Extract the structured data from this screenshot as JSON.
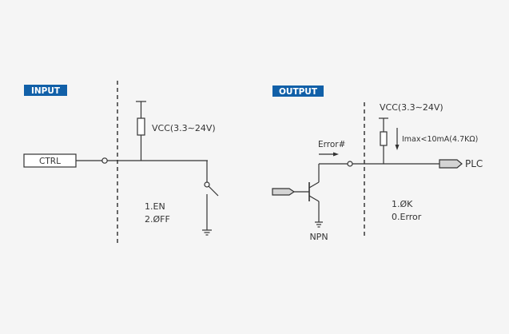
{
  "colors": {
    "tag_bg": "#1160a8",
    "line": "#333333",
    "dash": "#444444",
    "terminal_fill": "#d4d4d4",
    "background": "#f5f5f5"
  },
  "input": {
    "tag": "INPUT",
    "ctrl_label": "CTRL",
    "vcc_label": "VCC(3.3∼24V)",
    "states": [
      "1.EN",
      "2.ØFF"
    ]
  },
  "output": {
    "tag": "OUTPUT",
    "vcc_label": "VCC(3.3∼24V)",
    "current_label": "Imax<10mA(4.7KΩ)",
    "signal_label": "Error#",
    "plc_label": "PLC",
    "transistor_label": "NPN",
    "states": [
      "1.ØK",
      "0.Error"
    ]
  }
}
